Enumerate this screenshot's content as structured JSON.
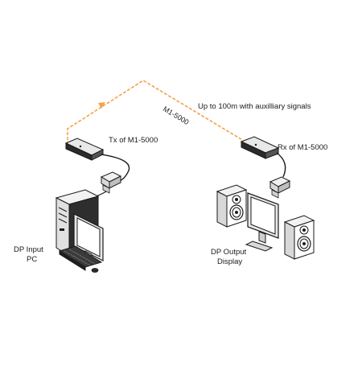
{
  "labels": {
    "link_name": "M1-5000",
    "distance_note": "Up to 100m with auxilliary signals",
    "tx_label": "Tx of M1-5000",
    "rx_label": "Rx of M1-5000",
    "input_line1": "DP Input",
    "input_line2": "PC",
    "output_line1": "DP Output",
    "output_line2": "Display"
  },
  "colors": {
    "cable": "#f4a24a",
    "outline": "#1a1a1a",
    "device_dark": "#2b2b2b",
    "device_light": "#e6e6e6"
  },
  "icons": [
    "pc-tower-icon",
    "keyboard-icon",
    "monitor-icon",
    "speaker-icon",
    "transmitter-icon",
    "receiver-icon",
    "dp-connector-icon"
  ]
}
